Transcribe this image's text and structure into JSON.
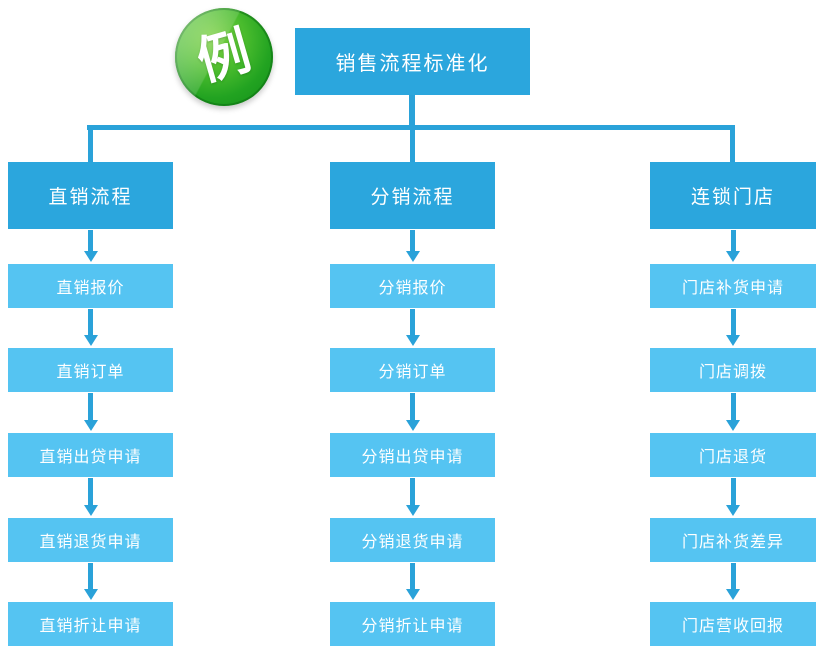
{
  "badge": {
    "label": "例"
  },
  "root": {
    "title": "销售流程标准化"
  },
  "colors": {
    "header_blue": "#2ba6dd",
    "step_blue": "#55c4f2",
    "connector_blue": "#2aa2d9",
    "badge_green": "#22a321",
    "text_white": "#ffffff"
  },
  "flowchart": {
    "columns": [
      {
        "header": "直销流程",
        "steps": [
          "直销报价",
          "直销订单",
          "直销出贷申请",
          "直销退货申请",
          "直销折让申请"
        ]
      },
      {
        "header": "分销流程",
        "steps": [
          "分销报价",
          "分销订单",
          "分销出贷申请",
          "分销退货申请",
          "分销折让申请"
        ]
      },
      {
        "header": "连锁门店",
        "steps": [
          "门店补货申请",
          "门店调拨",
          "门店退货",
          "门店补货差异",
          "门店营收回报"
        ]
      }
    ]
  }
}
